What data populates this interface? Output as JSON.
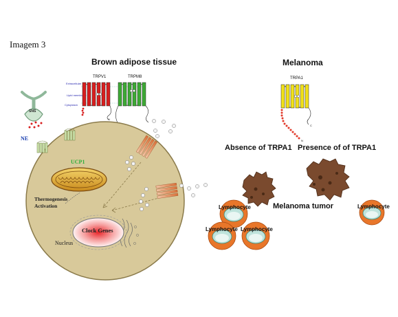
{
  "figure": {
    "caption": "Imagem 3",
    "left_title": "Brown adipose tissue",
    "right_title": "Melanoma"
  },
  "channels": {
    "trpv1": "TRPV1",
    "trpm8": "TRPM8",
    "trpa1": "TRPA1",
    "n_terminal": "N",
    "c_terminal": "C"
  },
  "membrane": {
    "extracellular": "Extracellular",
    "lipid_membrane": "Lipid membrane",
    "cytoplasm": "Cytoplasm"
  },
  "cell": {
    "sns": "SNS",
    "ne": "NE",
    "ucp1": "UCP1",
    "thermogenesis": "Thermogenesis",
    "activation": "Activation",
    "clock_genes": "Clock Genes",
    "nucleus": "Nucleus"
  },
  "melanoma": {
    "absence": "Absence of TRPA1",
    "presence": "Presence of of TRPA1",
    "tumor": "Melanoma tumor",
    "lymphocyte": "Lymphocyte"
  },
  "colors": {
    "trpv1": "#d81e1e",
    "trpm8": "#3daa35",
    "trpa1": "#f2e21a",
    "cell_fill": "#d8c99a",
    "tumor": "#7a4a2e",
    "lymphocyte_outer": "#e8762a",
    "lymphocyte_inner": "#bfe3dc",
    "title": "#111111",
    "membrane_text": "#2a2ab0",
    "ne_text": "#1a3fb0",
    "ucp1_text": "#2fae3a"
  }
}
